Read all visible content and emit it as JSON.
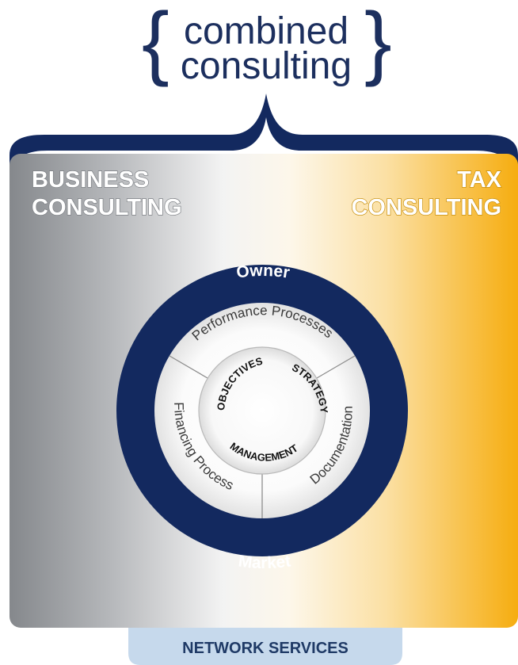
{
  "logo": {
    "line1": "combined",
    "line2": "consulting",
    "open_brace": "{",
    "close_brace": "}"
  },
  "left_panel": {
    "line1": "BUSINESS",
    "line2": "CONSULTING"
  },
  "right_panel": {
    "line1": "TAX",
    "line2": "CONSULTING"
  },
  "outer_ring": {
    "top_label": "Owner",
    "bottom_label": "Market"
  },
  "middle_ring": {
    "performance": "Performance Processes",
    "financing": "Financing Process",
    "documentation": "Documentation"
  },
  "core": {
    "objectives": "OBJECTIVES",
    "strategy": "STRATEGY",
    "management": "MANAGEMENT"
  },
  "footer": {
    "label": "NETWORK SERVICES"
  },
  "colors": {
    "navy": "#13295f",
    "gold": "#f5b21e",
    "grey": "#8f9296",
    "footer_bg": "#c6d9ec",
    "footer_text": "#1f3a66"
  }
}
